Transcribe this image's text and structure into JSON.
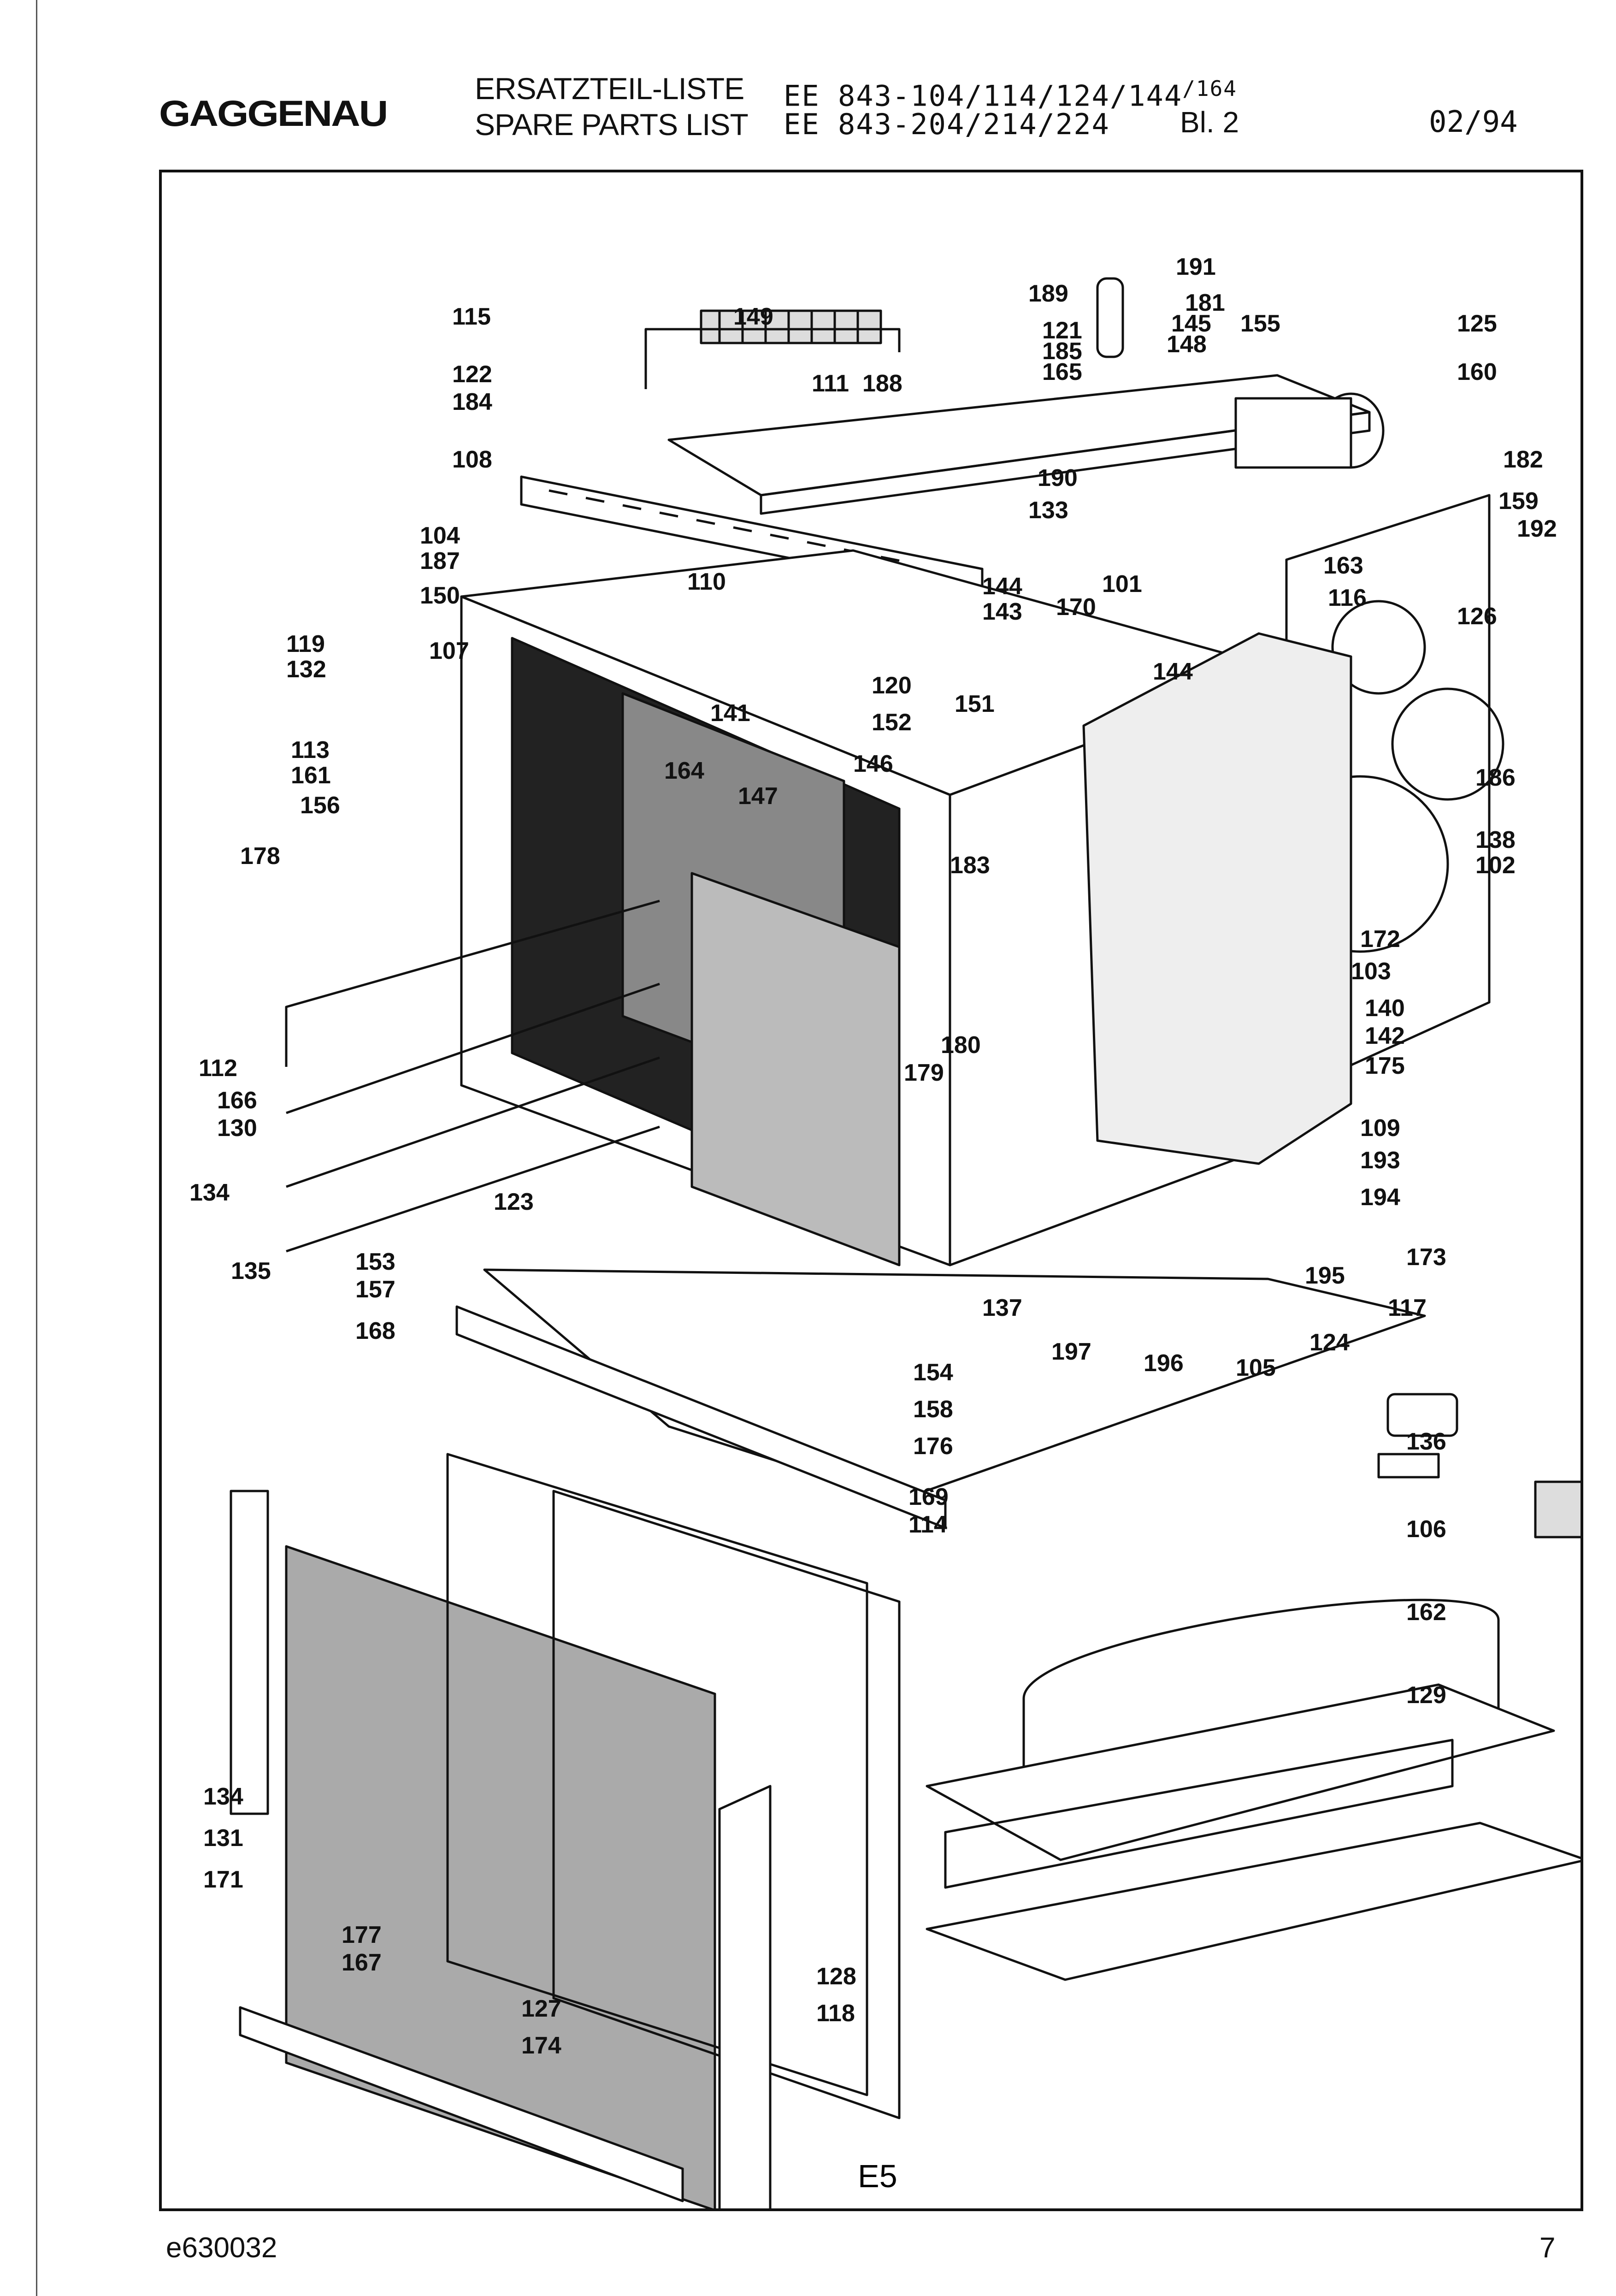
{
  "header": {
    "brand": "GAGGENAU",
    "title_de": "ERSATZTEIL-LISTE",
    "title_en": "SPARE PARTS LIST",
    "models_line1": "EE 843-104/114/124/144",
    "models_line1_sup": "/164",
    "models_line2": "EE 843-204/214/224",
    "sheet": "Bl. 2",
    "date": "02/94"
  },
  "diagram": {
    "page_code": "E5",
    "callouts": [
      "191",
      "189",
      "181",
      "145",
      "148",
      "155",
      "125",
      "160",
      "149",
      "115",
      "121",
      "185",
      "165",
      "122",
      "111",
      "188",
      "184",
      "108",
      "190",
      "133",
      "182",
      "159",
      "192",
      "104",
      "187",
      "110",
      "163",
      "116",
      "126",
      "150",
      "144",
      "143",
      "170",
      "101",
      "119",
      "132",
      "107",
      "120",
      "151",
      "141",
      "152",
      "144",
      "113",
      "161",
      "156",
      "164",
      "147",
      "146",
      "183",
      "186",
      "138",
      "102",
      "178",
      "172",
      "103",
      "140",
      "142",
      "175",
      "112",
      "180",
      "179",
      "166",
      "130",
      "109",
      "193",
      "134",
      "123",
      "194",
      "135",
      "153",
      "157",
      "168",
      "137",
      "195",
      "173",
      "197",
      "196",
      "105",
      "117",
      "124",
      "154",
      "158",
      "136",
      "176",
      "169",
      "114",
      "106",
      "162",
      "129",
      "134",
      "131",
      "171",
      "177",
      "167",
      "128",
      "127",
      "118",
      "174"
    ]
  },
  "footer": {
    "doc_number": "e630032",
    "page_number": "7"
  }
}
